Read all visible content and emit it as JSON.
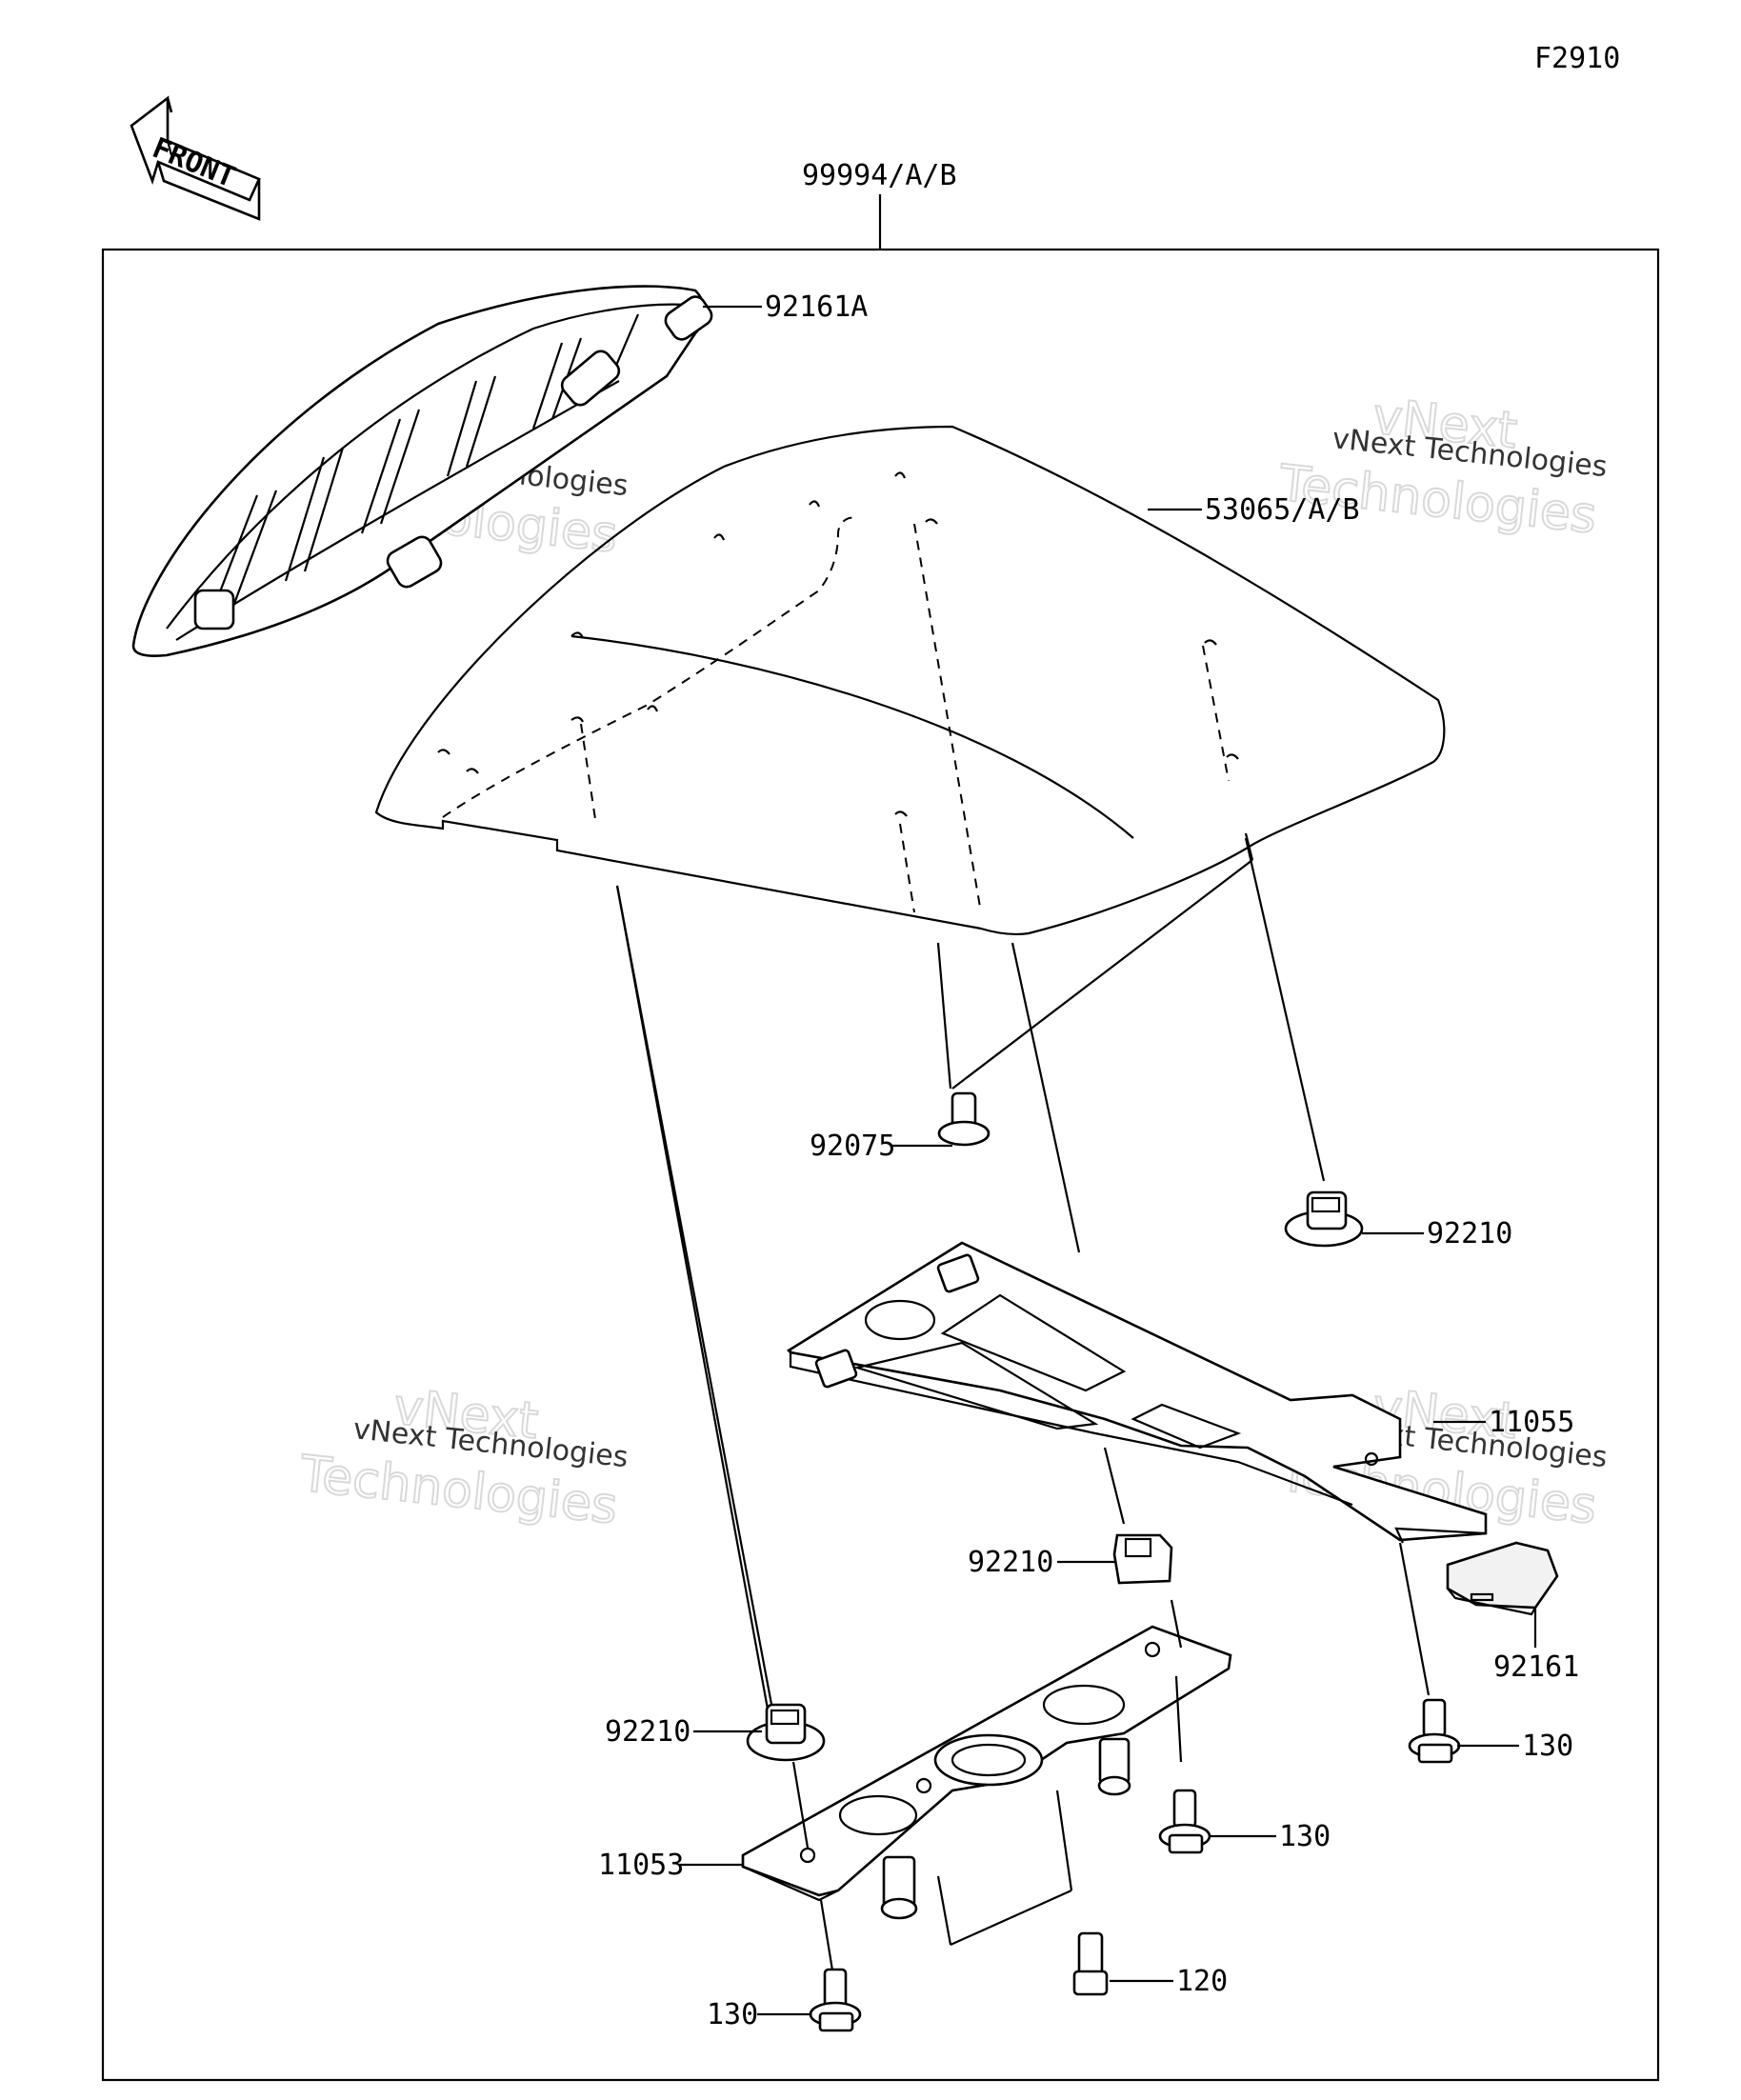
{
  "figure_code": "F2910",
  "front_arrow": {
    "text": "FRONT",
    "icon": "front-arrow-icon"
  },
  "assembly_label": "99994/A/B",
  "callouts": [
    {
      "id": "seat-cover",
      "text": "53065/A/B"
    },
    {
      "id": "cushion-92161a",
      "text": "92161A"
    },
    {
      "id": "bolt-92075",
      "text": "92075"
    },
    {
      "id": "nut-92210-right",
      "text": "92210"
    },
    {
      "id": "bracket-11055",
      "text": "11055"
    },
    {
      "id": "nut-92210-mid",
      "text": "92210"
    },
    {
      "id": "cushion-92161",
      "text": "92161"
    },
    {
      "id": "bolt-130-right",
      "text": "130"
    },
    {
      "id": "nut-92210-left",
      "text": "92210"
    },
    {
      "id": "bracket-11053",
      "text": "11053"
    },
    {
      "id": "bolt-130-mid",
      "text": "130"
    },
    {
      "id": "bolt-120",
      "text": "120"
    },
    {
      "id": "bolt-130-left",
      "text": "130"
    }
  ],
  "watermarks": [
    {
      "small": "vNext Technologies",
      "big1": "vNext",
      "big2": "Technologies"
    },
    {
      "small": "vNext Technologies",
      "big1": "vNext",
      "big2": "Technologies"
    },
    {
      "small": "vNext Technologies",
      "big1": "vNext",
      "big2": "Technologies"
    },
    {
      "small": "vNext Technologies",
      "big1": "vNext",
      "big2": "Technologies"
    }
  ]
}
